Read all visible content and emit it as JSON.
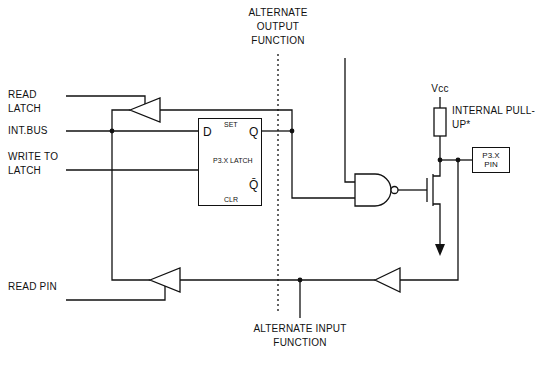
{
  "diagram": {
    "nodes": [
      {
        "text": [
          "D",
          "SET",
          "Q",
          "P3.X LATCH",
          "Q̄",
          "CLR"
        ]
      },
      {
        "text": [
          "P3.X PIN"
        ]
      }
    ],
    "labels": [
      "ALTERNATE OUTPUT FUNCTION",
      "READ LATCH",
      "INT.BUS",
      "WRITE TO LATCH",
      "Vcc",
      "INTERNAL PULL-UP*",
      "READ PIN",
      "ALTERNATE INPUT FUNCTION"
    ]
  }
}
